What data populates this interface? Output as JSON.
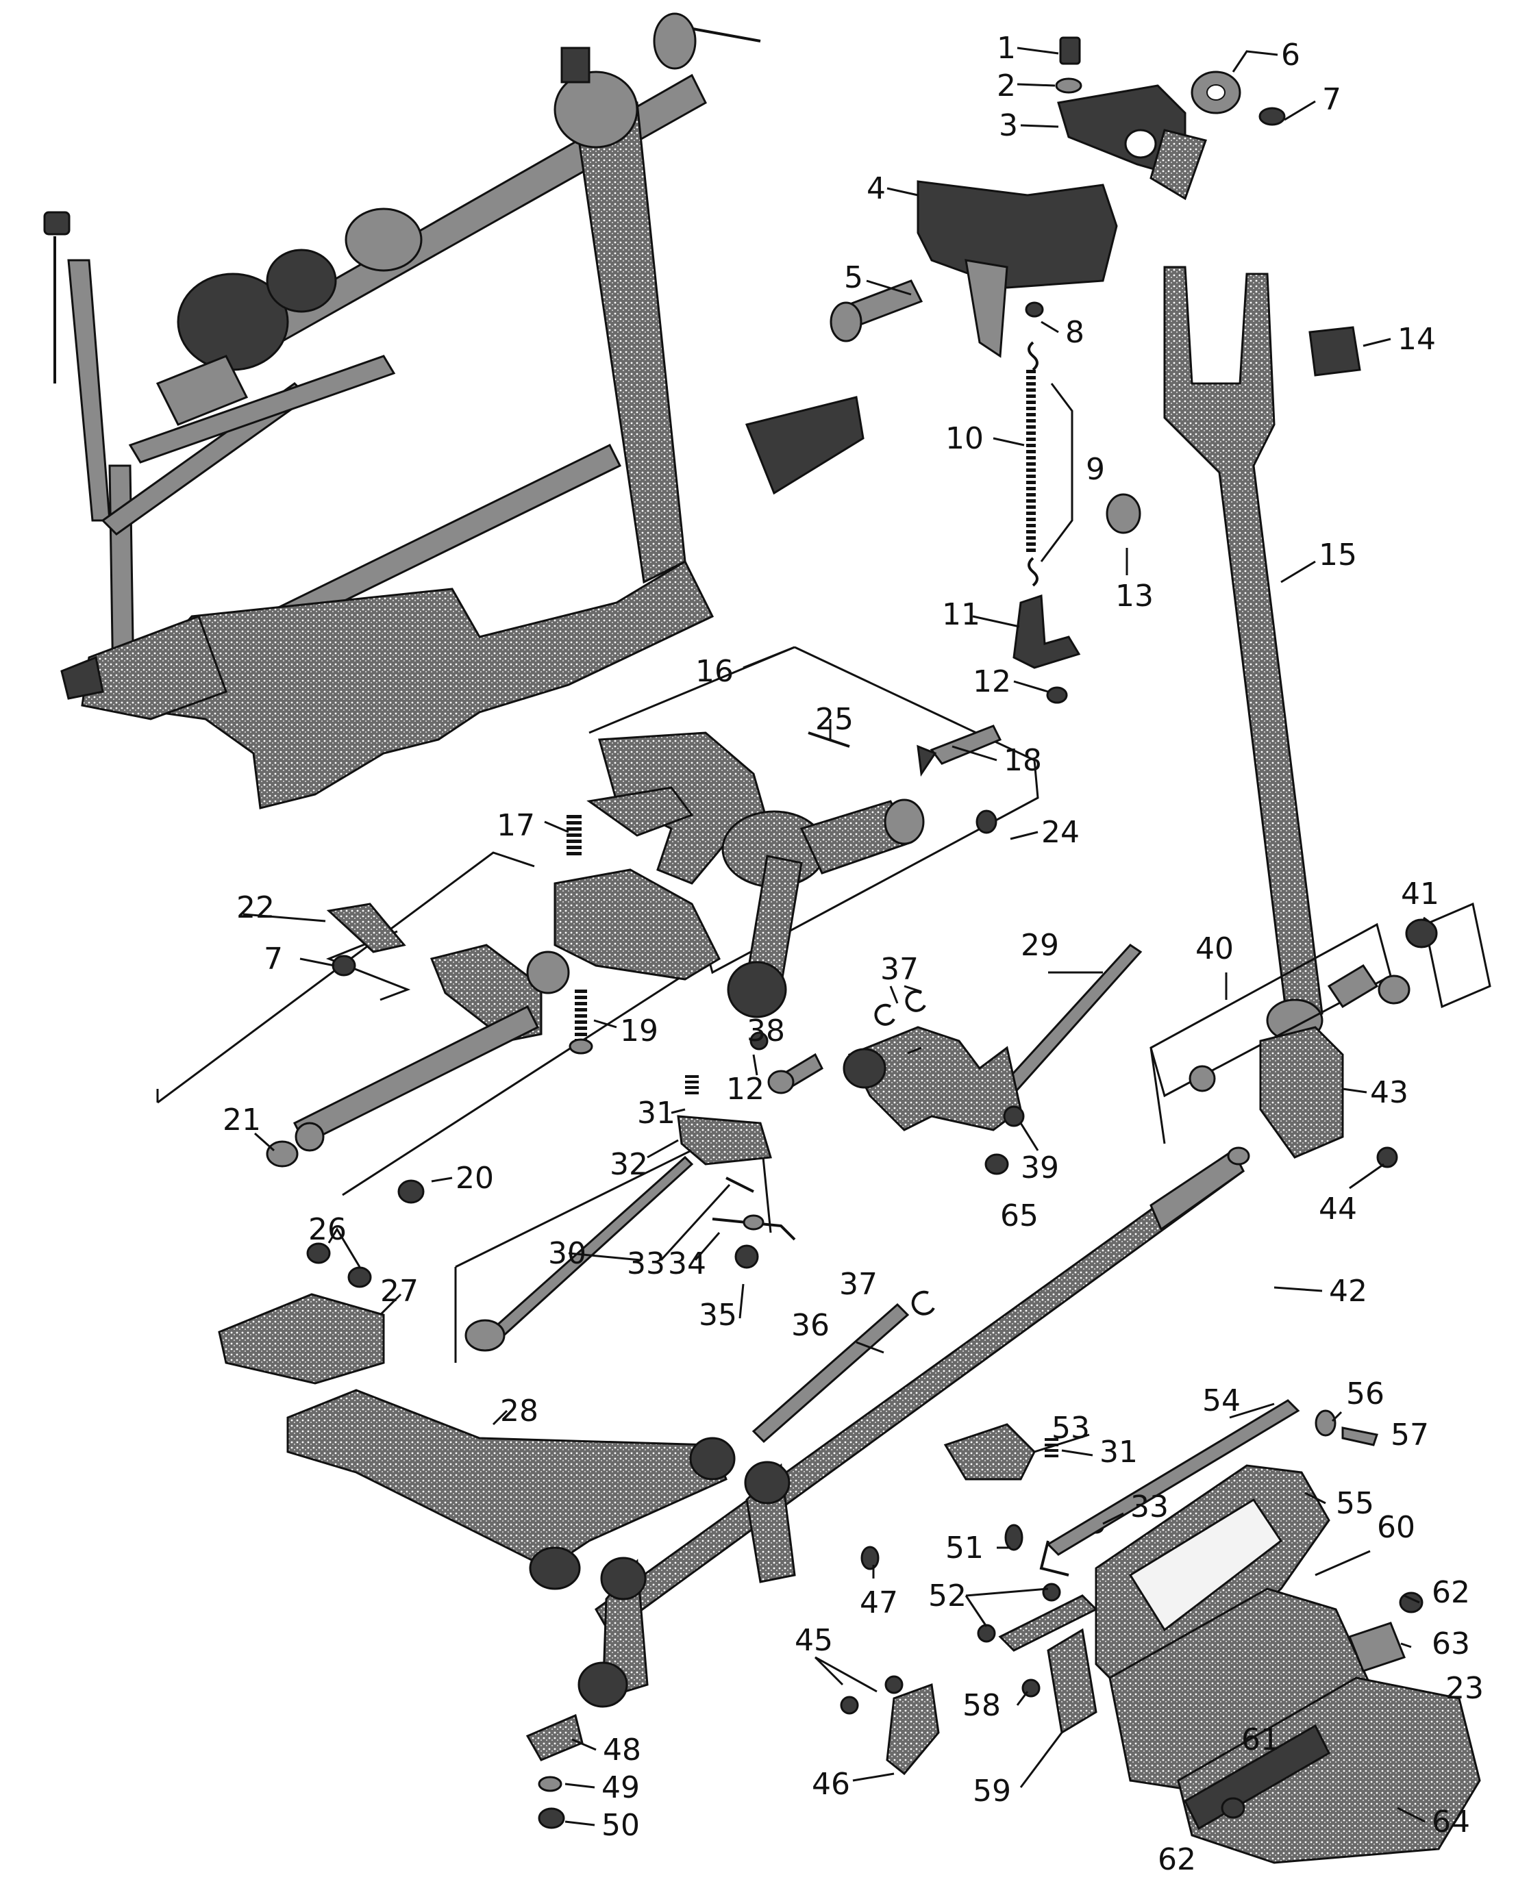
{
  "diagram": {
    "type": "exploded-parts-diagram",
    "subject": "sewing machine feed mechanism",
    "callouts": [
      "1",
      "2",
      "3",
      "4",
      "5",
      "6",
      "7",
      "8",
      "9",
      "10",
      "11",
      "12",
      "13",
      "14",
      "15",
      "16",
      "17",
      "18",
      "19",
      "20",
      "21",
      "22",
      "7",
      "24",
      "25",
      "26",
      "27",
      "28",
      "29",
      "30",
      "31",
      "32",
      "33",
      "34",
      "35",
      "36",
      "37",
      "37",
      "38",
      "12",
      "39",
      "40",
      "41",
      "42",
      "43",
      "44",
      "45",
      "46",
      "47",
      "48",
      "49",
      "50",
      "51",
      "52",
      "53",
      "31",
      "33",
      "54",
      "55",
      "56",
      "57",
      "58",
      "59",
      "60",
      "61",
      "62",
      "63",
      "23",
      "64",
      "65",
      "62"
    ]
  }
}
